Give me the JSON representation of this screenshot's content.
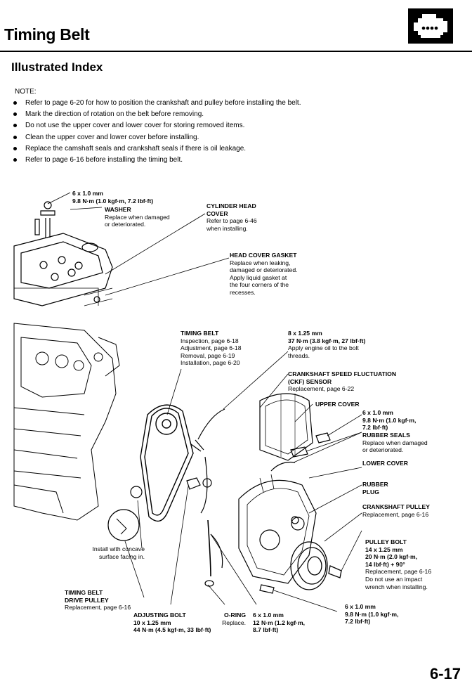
{
  "header": {
    "title": "Timing Belt",
    "section_icon": "engine-icon"
  },
  "subtitle": "Illustrated Index",
  "note": {
    "label": "NOTE:",
    "items": [
      "Refer to page 6-20 for how to position the crankshaft and pulley before installing the belt.",
      "Mark the direction of rotation on the belt before removing.",
      "Do not use the upper cover and lower cover for storing removed items.",
      "Clean the upper cover and lower cover before installing.",
      "Replace the camshaft seals and crankshaft seals if there is oil leakage.",
      "Refer to page 6-16 before installing the timing belt."
    ]
  },
  "callouts": {
    "washer_bolt": {
      "size": "6 x 1.0 mm",
      "torque": "9.8 N·m (1.0 kgf·m, 7.2 lbf·ft)"
    },
    "washer": {
      "name": "WASHER",
      "l1": "Replace when damaged",
      "l2": "or deteriorated."
    },
    "cyl_head_cover": {
      "n1": "CYLINDER HEAD",
      "n2": "COVER",
      "l1": "Refer to page 6-46",
      "l2": "when installing."
    },
    "gasket": {
      "name": "HEAD COVER GASKET",
      "l1": "Replace when leaking,",
      "l2": "damaged or deteriorated.",
      "l3": "Apply liquid gasket at",
      "l4": "the four corners of the",
      "l5": "recesses."
    },
    "timing_belt": {
      "name": "TIMING BELT",
      "l1": "Inspection, page 6-18",
      "l2": "Adjustment, page 6-18",
      "l3": "Removal, page 6-19",
      "l4": "Installation, page 6-20"
    },
    "bolt_8": {
      "size": "8 x 1.25 mm",
      "torque": "37 N·m (3.8 kgf·m, 27 lbf·ft)",
      "l1": "Apply engine oil to the bolt",
      "l2": "threads."
    },
    "ckf": {
      "n1": "CRANKSHAFT SPEED FLUCTUATION",
      "n2": "(CKF) SENSOR",
      "l1": "Replacement, page 6-22"
    },
    "upper_cover": {
      "name": "UPPER COVER"
    },
    "upper_bolt": {
      "size": "6 x 1.0 mm",
      "t1": "9.8 N·m (1.0 kgf·m,",
      "t2": "7.2 lbf·ft)"
    },
    "rubber_seals": {
      "name": "RUBBER SEALS",
      "l1": "Replace when damaged",
      "l2": "or deteriorated."
    },
    "lower_cover": {
      "name": "LOWER COVER"
    },
    "rubber_plug": {
      "n1": "RUBBER",
      "n2": "PLUG"
    },
    "crank_pulley": {
      "name": "CRANKSHAFT PULLEY",
      "l1": "Replacement, page 6-16"
    },
    "pulley_bolt": {
      "name": "PULLEY BOLT",
      "size": "14 x 1.25 mm",
      "t1": "20 N·m (2.0 kgf·m,",
      "t2": "14 lbf·ft) + 90°",
      "l1": "Replacement, page 6-16",
      "l2": "Do not use an impact",
      "l3": "wrench when installing."
    },
    "concave": {
      "l1": "Install with concave",
      "l2": "surface facing in."
    },
    "drive_pulley": {
      "n1": "TIMING BELT",
      "n2": "DRIVE PULLEY",
      "l1": "Replacement, page 6-16"
    },
    "adjusting_bolt": {
      "name": "ADJUSTING BOLT",
      "size": "10 x 1.25 mm",
      "torque": "44 N·m (4.5 kgf·m, 33 lbf·ft)"
    },
    "oring": {
      "name": "O-RING",
      "l1": "Replace."
    },
    "bolt_6_bottom": {
      "size": "6 x 1.0 mm",
      "t1": "12 N·m (1.2 kgf·m,",
      "t2": "8.7 lbf·ft)"
    },
    "bolt_6_right": {
      "size": "6 x 1.0 mm",
      "t1": "9.8 N·m (1.0 kgf·m,",
      "t2": "7.2 lbf·ft)"
    }
  },
  "page_number": "6-17"
}
